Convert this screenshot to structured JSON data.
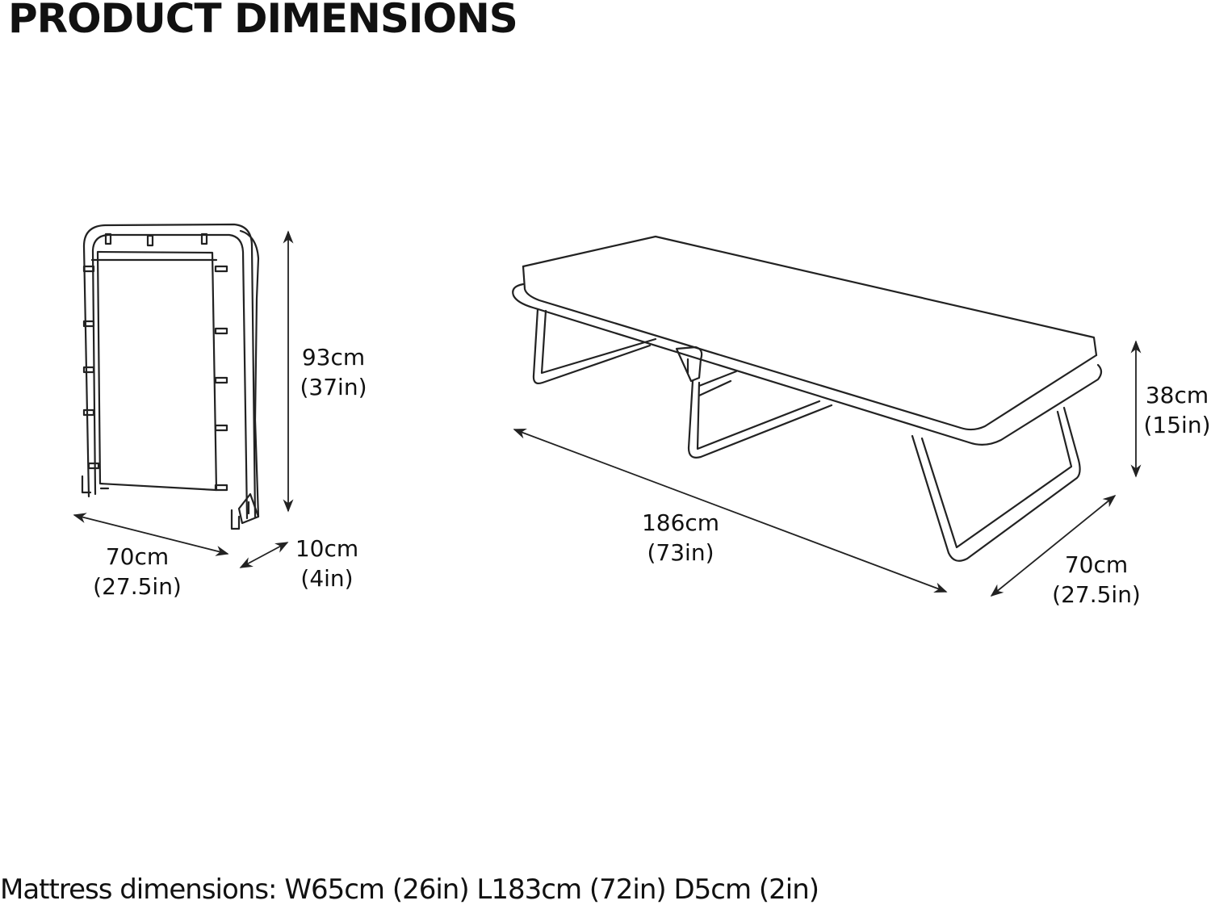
{
  "title": "PRODUCT DIMENSIONS",
  "folded": {
    "height": {
      "cm": "93cm",
      "in": "(37in)"
    },
    "width": {
      "cm": "70cm",
      "in": "(27.5in)"
    },
    "depth": {
      "cm": "10cm",
      "in": "(4in)"
    }
  },
  "unfolded": {
    "length": {
      "cm": "186cm",
      "in": "(73in)"
    },
    "width": {
      "cm": "70cm",
      "in": "(27.5in)"
    },
    "height": {
      "cm": "38cm",
      "in": "(15in)"
    }
  },
  "footer": "Mattress dimensions: W65cm (26in) L183cm (72in) D5cm (2in)"
}
